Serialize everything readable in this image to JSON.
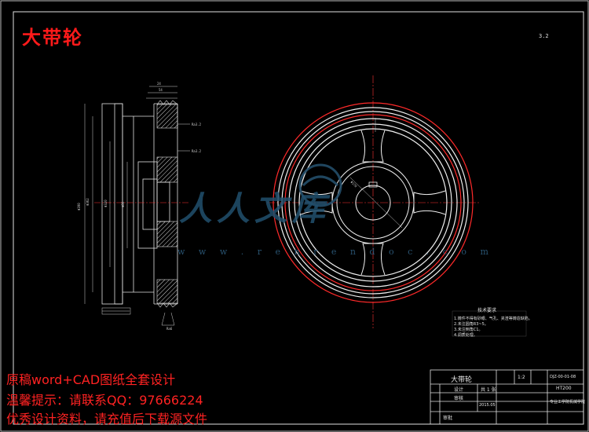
{
  "title": "大带轮",
  "roughness_note": "3.2",
  "watermark": {
    "text": "w w w . r e n r e n d o c . c o m",
    "glyphs": "人人文库"
  },
  "promo": {
    "line1": "原稿word+CAD图纸全套设计",
    "line2": "温馨提示：请联系QQ：97666224",
    "line3": "优秀设计资料，请充值后下载源文件"
  },
  "technical_requirements": {
    "heading": "技术要求",
    "items": [
      "1.铸件不得有砂眼、气孔、夹渣等铸造缺陷。",
      "2.未注圆角R3~5。",
      "3.未注倒角C1。",
      "4.调质处理。"
    ]
  },
  "title_block": {
    "part_name": "大带轮",
    "drawing_no": "DJZ-00-01-08",
    "material": "HT200",
    "scale": "1:2",
    "school": "专业工学院机械学院",
    "designer": "设计",
    "checker": "审核",
    "approver": "审批",
    "date": "2015.05",
    "sheet": "共 1 张"
  }
}
